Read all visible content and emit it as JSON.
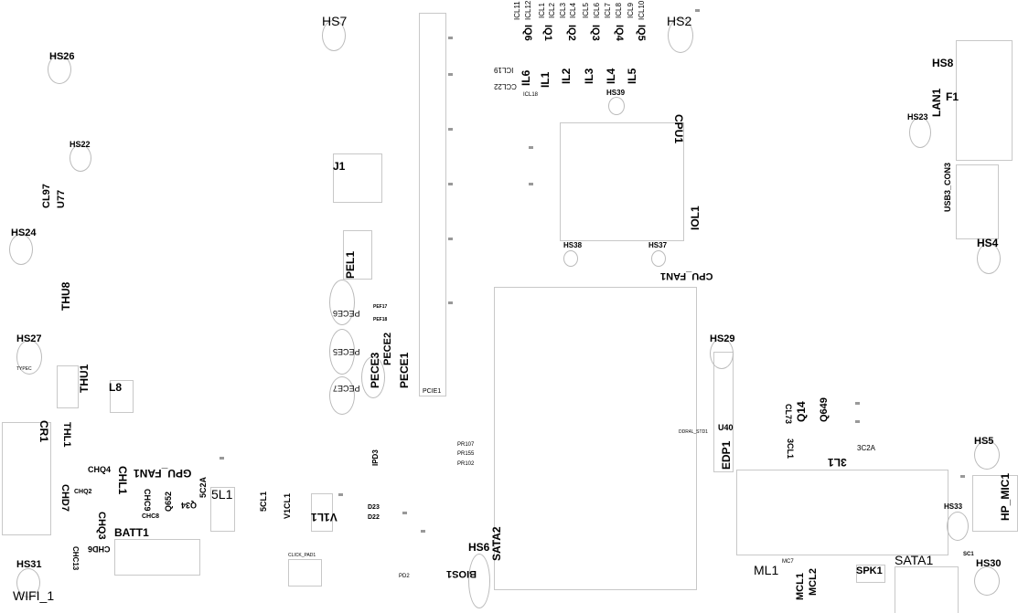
{
  "title": "Board view",
  "labels": {
    "HS7": "HS7",
    "HS2": "HS2",
    "HS26": "HS26",
    "HS8": "HS8",
    "LAN1": "LAN1",
    "F1": "F1",
    "HS23": "HS23",
    "HS22": "HS22",
    "J1": "J1",
    "CL97": "CL97",
    "U77": "U77",
    "HS24": "HS24",
    "HS4": "HS4",
    "USB3_CON3": "USB3_CON3",
    "PEL1": "PEL1",
    "CPU_FAN1": "CPU_FAN1",
    "THU8": "THU8",
    "PECE6": "PECE6",
    "PECE5": "PECE5",
    "HS27": "HS27",
    "HS29": "HS29",
    "PECE2": "PECE2",
    "PECE1": "PECE1",
    "PECE3": "PECE3",
    "PECE7": "PECE7",
    "PCIE1": "PCIE1",
    "THU1": "THU1",
    "L8": "L8",
    "CR1": "CR1",
    "THL1": "THL1",
    "Q14": "Q14",
    "Q649": "Q649",
    "CL73": "CL73",
    "3L1": "3L1",
    "3CL1": "3CL1",
    "3C2A": "3C2A",
    "EDP1": "EDP1",
    "U40": "U40",
    "HS5": "HS5",
    "GPU_FAN1": "GPU_FAN1",
    "CHL1": "CHL1",
    "CHQ4": "CHQ4",
    "CHQ2": "CHQ2",
    "CHC9": "CHC9",
    "CHC8": "CHC8",
    "Q652": "Q652",
    "5C2A": "5C2A",
    "5L1": "5L1",
    "Q34": "Q34",
    "5CL1": "5CL1",
    "V1CL1": "V1CL1",
    "V1L1": "V1L1",
    "CHD7": "CHD7",
    "CHQ3": "CHQ3",
    "BATT1": "BATT1",
    "CHD6": "CHD6",
    "CHC13": "CHC13",
    "CLICK_PAD1": "CLICK_PAD1",
    "SATA2": "SATA2",
    "BIOS1": "BIOS1",
    "HS6": "HS6",
    "HS33": "HS33",
    "HP_MIC1": "HP_MIC1",
    "ML1": "ML1",
    "MCL1": "MCL1",
    "MCL2": "MCL2",
    "SPK1": "SPK1",
    "SATA1": "SATA1",
    "HS30": "HS30",
    "HS31": "HS31",
    "WIFI_1": "WIFI_1",
    "HS38": "HS38",
    "HS37": "HS37",
    "HS39": "HS39",
    "CPU1": "CPU1",
    "IOL1": "IOL1",
    "IL1": "IL1",
    "IL2": "IL2",
    "IL3": "IL3",
    "IL4": "IL4",
    "IL5": "IL5",
    "IL6": "IL6",
    "IQ1": "IQ1",
    "IQ2": "IQ2",
    "IQ3": "IQ3",
    "IQ4": "IQ4",
    "IQ5": "IQ5",
    "IQ6": "IQ6",
    "ICL1": "ICL1",
    "ICL2": "ICL2",
    "ICL3": "ICL3",
    "ICL4": "ICL4",
    "ICL5": "ICL5",
    "ICL6": "ICL6",
    "ICL7": "ICL7",
    "ICL8": "ICL8",
    "ICL9": "ICL9",
    "ICL10": "ICL10",
    "ICL11": "ICL11",
    "ICL12": "ICL12",
    "ICL19": "ICL19",
    "CCL22": "CCL22",
    "ICL18": "ICL18",
    "PEF17": "PEF17",
    "PEF18": "PEF18",
    "U40B": "DDR4L_STD1",
    "PR107": "PR107",
    "PR155": "PR155",
    "PR102": "PR102",
    "D23": "D23",
    "D22": "D22",
    "PD2": "PD2",
    "IPD3": "IPD3",
    "MC7": "MC7",
    "SC1": "SC1",
    "TYPEC": "TYPEC"
  }
}
